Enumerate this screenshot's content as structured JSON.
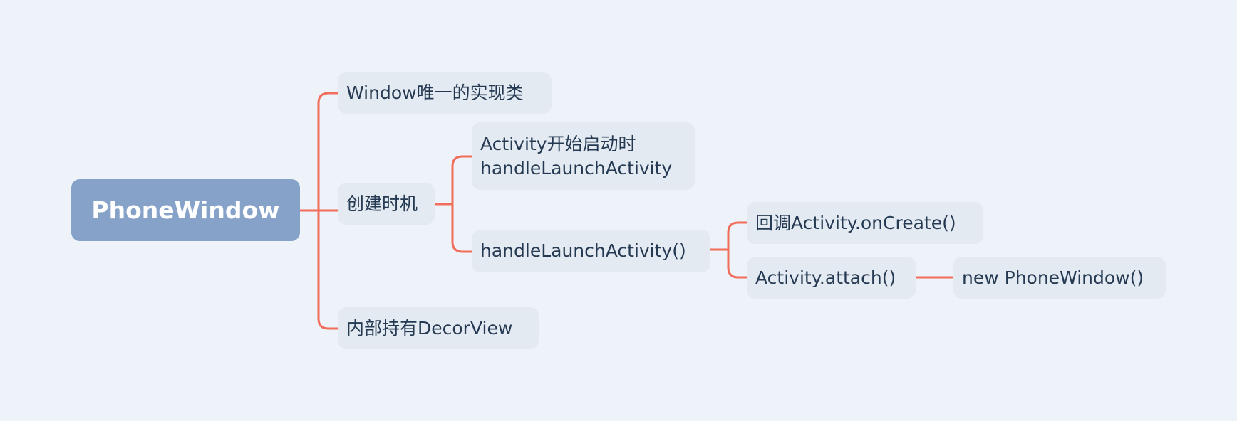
{
  "root": {
    "label": "PhoneWindow"
  },
  "branches": {
    "impl": {
      "label": "Window唯一的实现类"
    },
    "timing": {
      "label": "创建时机",
      "start": {
        "line1": "Activity开始启动时",
        "line2": "handleLaunchActivity"
      },
      "handle": {
        "label": "handleLaunchActivity()",
        "oncreate": {
          "label": "回调Activity.onCreate()"
        },
        "attach": {
          "label": "Activity.attach()",
          "newwindow": {
            "label": "new PhoneWindow()"
          }
        }
      }
    },
    "decor": {
      "label": "内部持有DecorView"
    }
  },
  "colors": {
    "background": "#eef3f9",
    "root_fill": "#86a2c9",
    "node_fill": "#e3eaf2",
    "connector": "#f26e5c",
    "text": "#253a52"
  }
}
